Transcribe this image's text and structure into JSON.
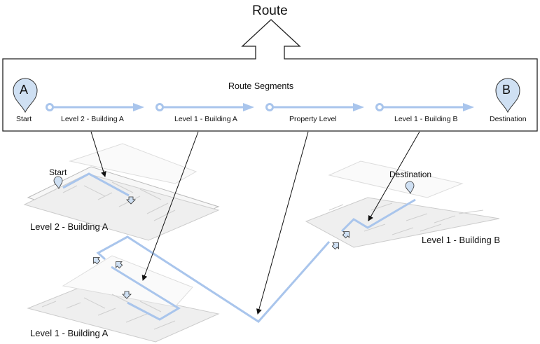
{
  "title": "Route",
  "panel": {
    "heading": "Route Segments",
    "start_pin": {
      "letter": "A",
      "label": "Start"
    },
    "end_pin": {
      "letter": "B",
      "label": "Destination"
    },
    "segments": [
      {
        "label": "Level 2 - Building A"
      },
      {
        "label": "Level 1 - Building A"
      },
      {
        "label": "Property Level"
      },
      {
        "label": "Level 1 - Building B"
      }
    ]
  },
  "floorplans": [
    {
      "label": "Level 2 - Building A",
      "marker": "Start"
    },
    {
      "label": "Level 1 - Building A"
    },
    {
      "label": "Level 1 - Building B",
      "marker": "Destination"
    }
  ],
  "colors": {
    "route": "#a9c5ec",
    "pin_fill": "#cfe0f3",
    "outline": "#222222",
    "plan_line": "#c8c8c8"
  }
}
